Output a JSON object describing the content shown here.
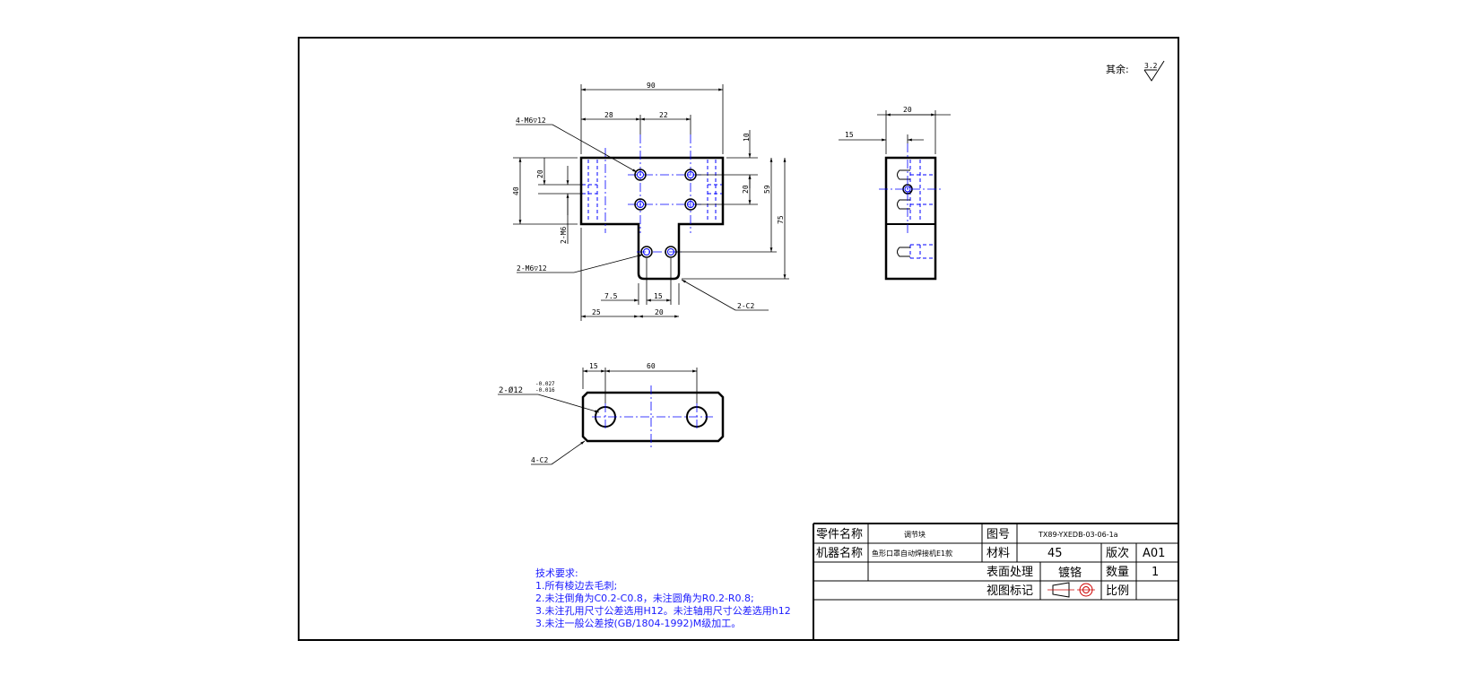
{
  "colors": {
    "line": "#000000",
    "center_line": "#0000ff",
    "hidden_line": "#0000ff",
    "notes_text": "#1a1aff",
    "background": "#ffffff"
  },
  "roughness": {
    "label": "其余:",
    "value": "3.2"
  },
  "dimensions": {
    "front_total_width": "90",
    "front_hole_offset": "28",
    "front_hole_spacing": "22",
    "front_top_offset": "10",
    "front_hole_vertical": "20",
    "front_height_59": "59",
    "front_height_75": "75",
    "front_left_20": "20",
    "front_left_40": "40",
    "front_2m6": "2-M6",
    "front_4m6": "4-M6▽12",
    "front_2m6_bottom": "2-M6▽12",
    "front_2c2": "2-C2",
    "front_7_5": "7.5",
    "front_15": "15",
    "front_25": "25",
    "front_20_bottom": "20",
    "side_width": "20",
    "side_offset": "15",
    "bottom_15": "15",
    "bottom_60": "60",
    "bottom_hole": "2-Ø12",
    "bottom_tol_upper": "-0.027",
    "bottom_tol_lower": "-0.016",
    "bottom_4c2": "4-C2"
  },
  "notes": {
    "title": "技术要求:",
    "line1": "1.所有棱边去毛刺;",
    "line2": "2.未注倒角为C0.2-C0.8，未注圆角为R0.2-R0.8;",
    "line3": "3.未注孔用尺寸公差选用H12。未注轴用尺寸公差选用h12",
    "line4": "3.未注一般公差按(GB/1804-1992)M级加工。"
  },
  "title_block": {
    "part_name_label": "零件名称",
    "part_name_value": "调节块",
    "drawing_no_label": "图号",
    "drawing_no_value": "TX89-YXEDB-03-06-1a",
    "machine_name_label": "机器名称",
    "machine_name_value": "鱼形口罩自动焊接机E1款",
    "material_label": "材料",
    "material_value": "45",
    "revision_label": "版次",
    "revision_value": "A01",
    "surface_label": "表面处理",
    "surface_value": "镀铬",
    "quantity_label": "数量",
    "quantity_value": "1",
    "view_label": "视图标记",
    "scale_label": "比例"
  }
}
